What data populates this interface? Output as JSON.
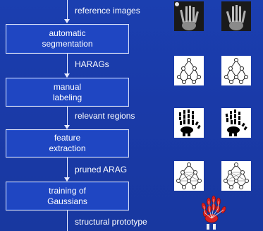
{
  "steps": [
    {
      "line1": "automatic",
      "line2": "segmentation"
    },
    {
      "line1": "manual",
      "line2": "labeling"
    },
    {
      "line1": "feature",
      "line2": "extraction"
    },
    {
      "line1": "training of",
      "line2": "Gaussians"
    }
  ],
  "edges": [
    "reference images",
    "HARAGs",
    "relevant regions",
    "pruned ARAG",
    "structural prototype"
  ],
  "colors": {
    "background": "#1a3aa8",
    "box_fill": "#1f46c2",
    "box_border": "#d8def5",
    "line": "#e8ecff"
  }
}
